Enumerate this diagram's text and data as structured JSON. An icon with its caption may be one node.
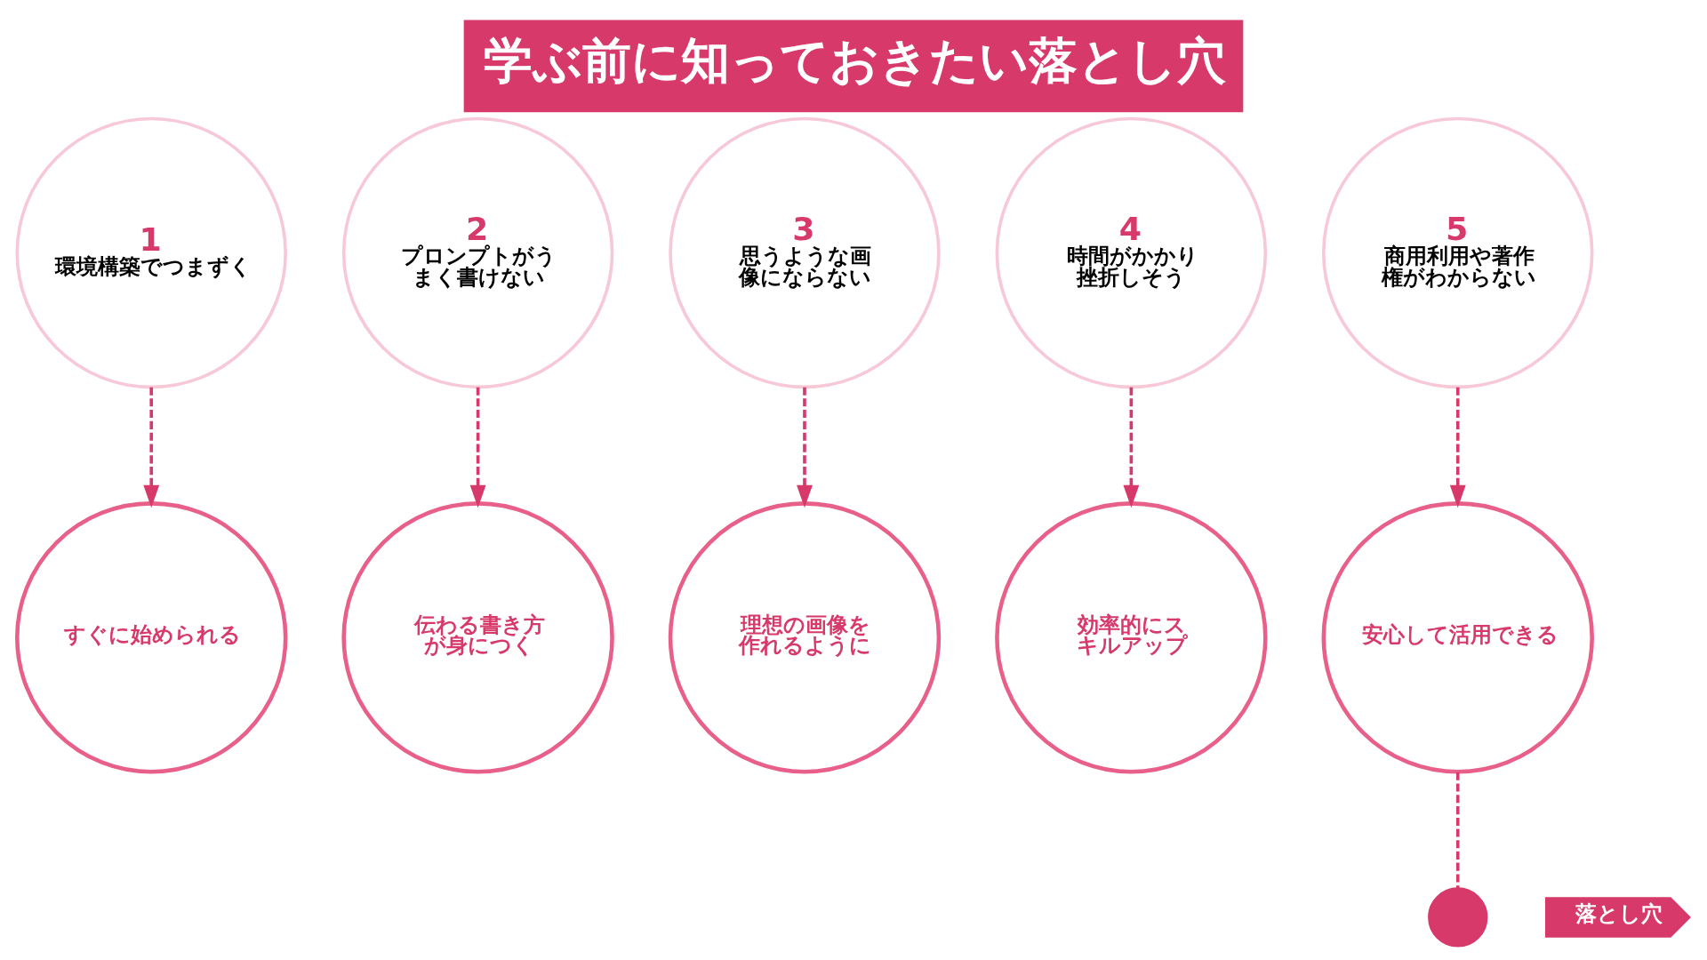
{
  "diagram": {
    "title": "学ぶ前に知っておきたい落とし穴",
    "nodes": [
      {
        "text": [
          "1",
          "環境構築でつまずく"
        ]
      },
      {
        "text": [
          "2",
          "プロンプトがうまく書けない"
        ]
      },
      {
        "text": [
          "3",
          "思うような画像にならない"
        ]
      },
      {
        "text": [
          "4",
          "時間がかかり挫折しそう"
        ]
      },
      {
        "text": [
          "5",
          "商用利用や著作権がわからない"
        ]
      },
      {
        "text": [
          "すぐに始められる"
        ]
      },
      {
        "text": [
          "伝わる書き方が身につく"
        ]
      },
      {
        "text": [
          "理想の画像を作れるように"
        ]
      },
      {
        "text": [
          "効率的にスキルアップ"
        ]
      },
      {
        "text": [
          "安心して活用できる"
        ]
      },
      {
        "text": [],
        "shape": "person"
      },
      {
        "text": [
          "落とし穴"
        ]
      }
    ],
    "edges": [
      {
        "from": 0,
        "to": 5,
        "arrow": "to",
        "style": "dashed"
      },
      {
        "from": 1,
        "to": 6,
        "arrow": "to",
        "style": "dashed"
      },
      {
        "from": 2,
        "to": 7,
        "arrow": "to",
        "style": "dashed"
      },
      {
        "from": 3,
        "to": 8,
        "arrow": "to",
        "style": "dashed"
      },
      {
        "from": 4,
        "to": 9,
        "arrow": "to",
        "style": "dashed"
      },
      {
        "from": 9,
        "to": 10,
        "arrow": "none",
        "style": "dashed"
      }
    ]
  }
}
